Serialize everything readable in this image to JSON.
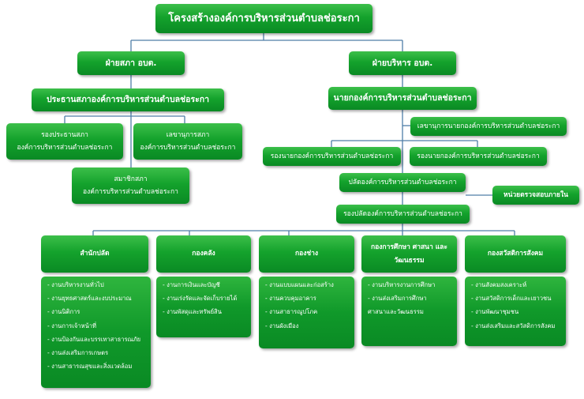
{
  "title": "โครงสร้างองค์การบริหารส่วนตำบลช่อระกา",
  "council": {
    "branch": "ฝ่ายสภา อบต.",
    "chair": "ประธานสภาองค์การบริหารส่วนตำบลช่อระกา",
    "vice_chair": {
      "line1": "รองประธานสภา",
      "line2": "องค์การบริหารส่วนตำบลช่อระกา"
    },
    "secretary": {
      "line1": "เลขานุการสภา",
      "line2": "องค์การบริหารส่วนตำบลช่อระกา"
    },
    "member": {
      "line1": "สมาชิกสภา",
      "line2": "องค์การบริหารส่วนตำบลช่อระกา"
    }
  },
  "executive": {
    "branch": "ฝ่ายบริหาร อบต.",
    "mayor": "นายกองค์การบริหารส่วนตำบลช่อระกา",
    "mayor_secretary": "เลขานุการนายกองค์การบริหารส่วนตำบลช่อระกา",
    "deputy_1": "รองนายกองค์การบริหารส่วนตำบลช่อระกา",
    "deputy_2": "รองนายกองค์การบริหารส่วนตำบลช่อระกา",
    "chief_admin": "ปลัดองค์การบริหารส่วนตำบลช่อระกา",
    "internal_audit": "หน่วยตรวจสอบภายใน",
    "deputy_chief_admin": "รองปลัดองค์การบริหารส่วนตำบลช่อระกา"
  },
  "divisions": [
    {
      "name": "สำนักปลัด",
      "items": [
        "- งานบริหารงานทั่วไป",
        "- งานยุทธศาสตร์และงบประมาณ",
        "- งานนิติการ",
        "- งานการเจ้าหน้าที่",
        "- งานป้องกันและบรรเทาสาธารณภัย",
        "- งานส่งเสริมการเกษตร",
        "- งานสาธารณสุขและสิ่งแวดล้อม"
      ]
    },
    {
      "name": "กองคลัง",
      "items": [
        "- งานการเงินและบัญชี",
        "- งานเร่งรัดและจัดเก็บรายได้",
        "- งานพัสดุและทรัพย์สิน"
      ]
    },
    {
      "name": "กองช่าง",
      "items": [
        "- งานแบบแผนและก่อสร้าง",
        "- งานควบคุมอาคาร",
        "- งานสาธารณูปโภค",
        "- งานผังเมือง"
      ]
    },
    {
      "name_line1": "กองการศึกษา ศาสนา และ",
      "name_line2": "วัฒนธรรม",
      "items": [
        "- งานบริหารงานการศึกษา",
        "- งานส่งเสริมการศึกษา",
        "ศาสนาและวัฒนธรรม"
      ]
    },
    {
      "name": "กองสวัสดิการสังคม",
      "items": [
        "- งานสังคมสงเคราะห์",
        "- งานสวัสดิการเด็กและเยาวชน",
        "- งานพัฒนาชุมชน",
        "- งานส่งเสริมและสวัสดิการสังคม"
      ]
    }
  ],
  "colors": {
    "box_green": "#14a22c",
    "line_blue": "#4f7ea8",
    "text": "#ffffff"
  }
}
